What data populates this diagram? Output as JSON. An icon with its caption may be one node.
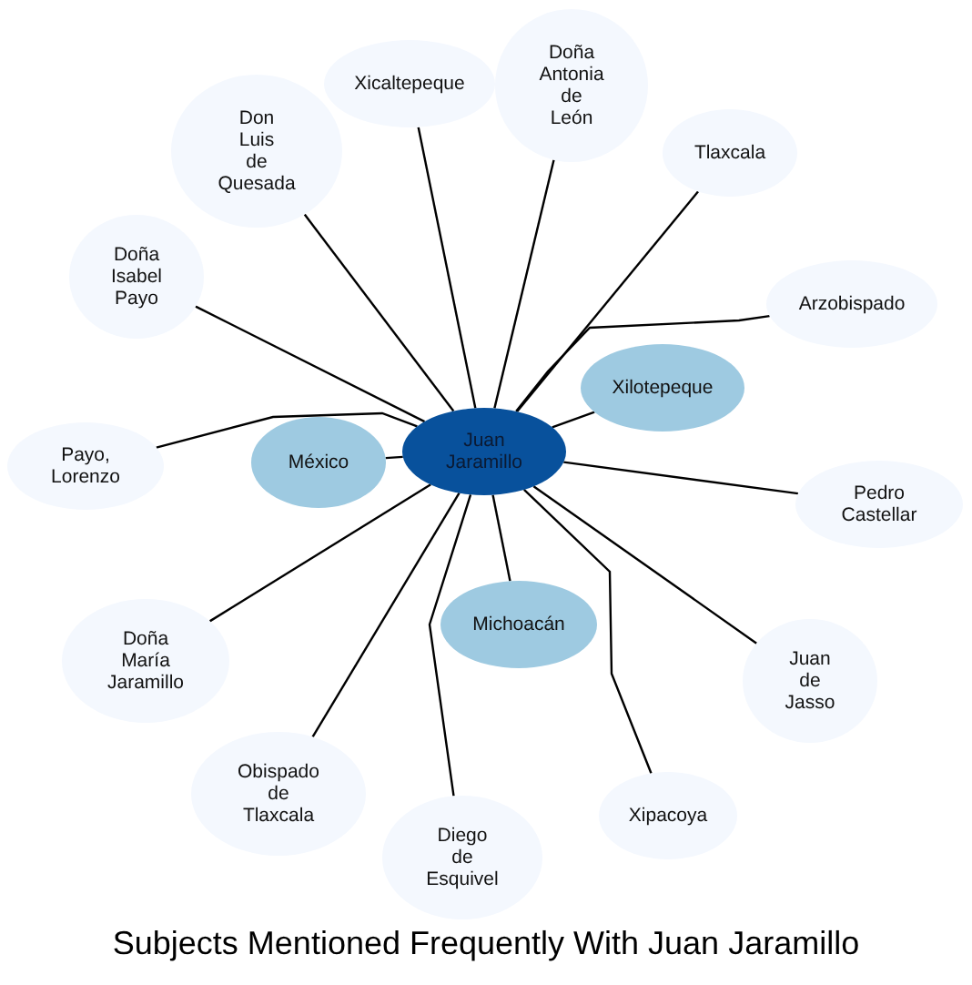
{
  "diagram": {
    "title": "Subjects Mentioned Frequently With Juan Jaramillo",
    "nodes": [
      {
        "text": [
          "Juan Jaramillo"
        ]
      },
      {
        "text": [
          "Xicaltepeque"
        ]
      },
      {
        "text": [
          "Doña Antonia de León"
        ]
      },
      {
        "text": [
          "Don Luis de Quesada"
        ]
      },
      {
        "text": [
          "Tlaxcala"
        ]
      },
      {
        "text": [
          "Doña Isabel Payo"
        ]
      },
      {
        "text": [
          "Arzobispado"
        ]
      },
      {
        "text": [
          "Xilotepeque"
        ]
      },
      {
        "text": [
          "México"
        ]
      },
      {
        "text": [
          "Payo, Lorenzo"
        ]
      },
      {
        "text": [
          "Pedro Castellar"
        ]
      },
      {
        "text": [
          "Michoacán"
        ]
      },
      {
        "text": [
          "Doña María Jaramillo"
        ]
      },
      {
        "text": [
          "Juan de Jasso"
        ]
      },
      {
        "text": [
          "Obispado de Tlaxcala"
        ]
      },
      {
        "text": [
          "Xipacoya"
        ]
      },
      {
        "text": [
          "Diego de Esquivel"
        ]
      }
    ],
    "edges": [
      {
        "from": 0,
        "to": 1,
        "arrow": "none"
      },
      {
        "from": 0,
        "to": 2,
        "arrow": "none"
      },
      {
        "from": 0,
        "to": 3,
        "arrow": "none"
      },
      {
        "from": 0,
        "to": 4,
        "arrow": "none"
      },
      {
        "from": 0,
        "to": 5,
        "arrow": "none"
      },
      {
        "from": 0,
        "to": 6,
        "arrow": "none"
      },
      {
        "from": 0,
        "to": 7,
        "arrow": "none"
      },
      {
        "from": 0,
        "to": 8,
        "arrow": "none"
      },
      {
        "from": 0,
        "to": 9,
        "arrow": "none"
      },
      {
        "from": 0,
        "to": 10,
        "arrow": "none"
      },
      {
        "from": 0,
        "to": 11,
        "arrow": "none"
      },
      {
        "from": 0,
        "to": 12,
        "arrow": "none"
      },
      {
        "from": 0,
        "to": 13,
        "arrow": "none"
      },
      {
        "from": 0,
        "to": 14,
        "arrow": "none"
      },
      {
        "from": 0,
        "to": 15,
        "arrow": "none"
      },
      {
        "from": 0,
        "to": 16,
        "arrow": "none"
      }
    ]
  }
}
